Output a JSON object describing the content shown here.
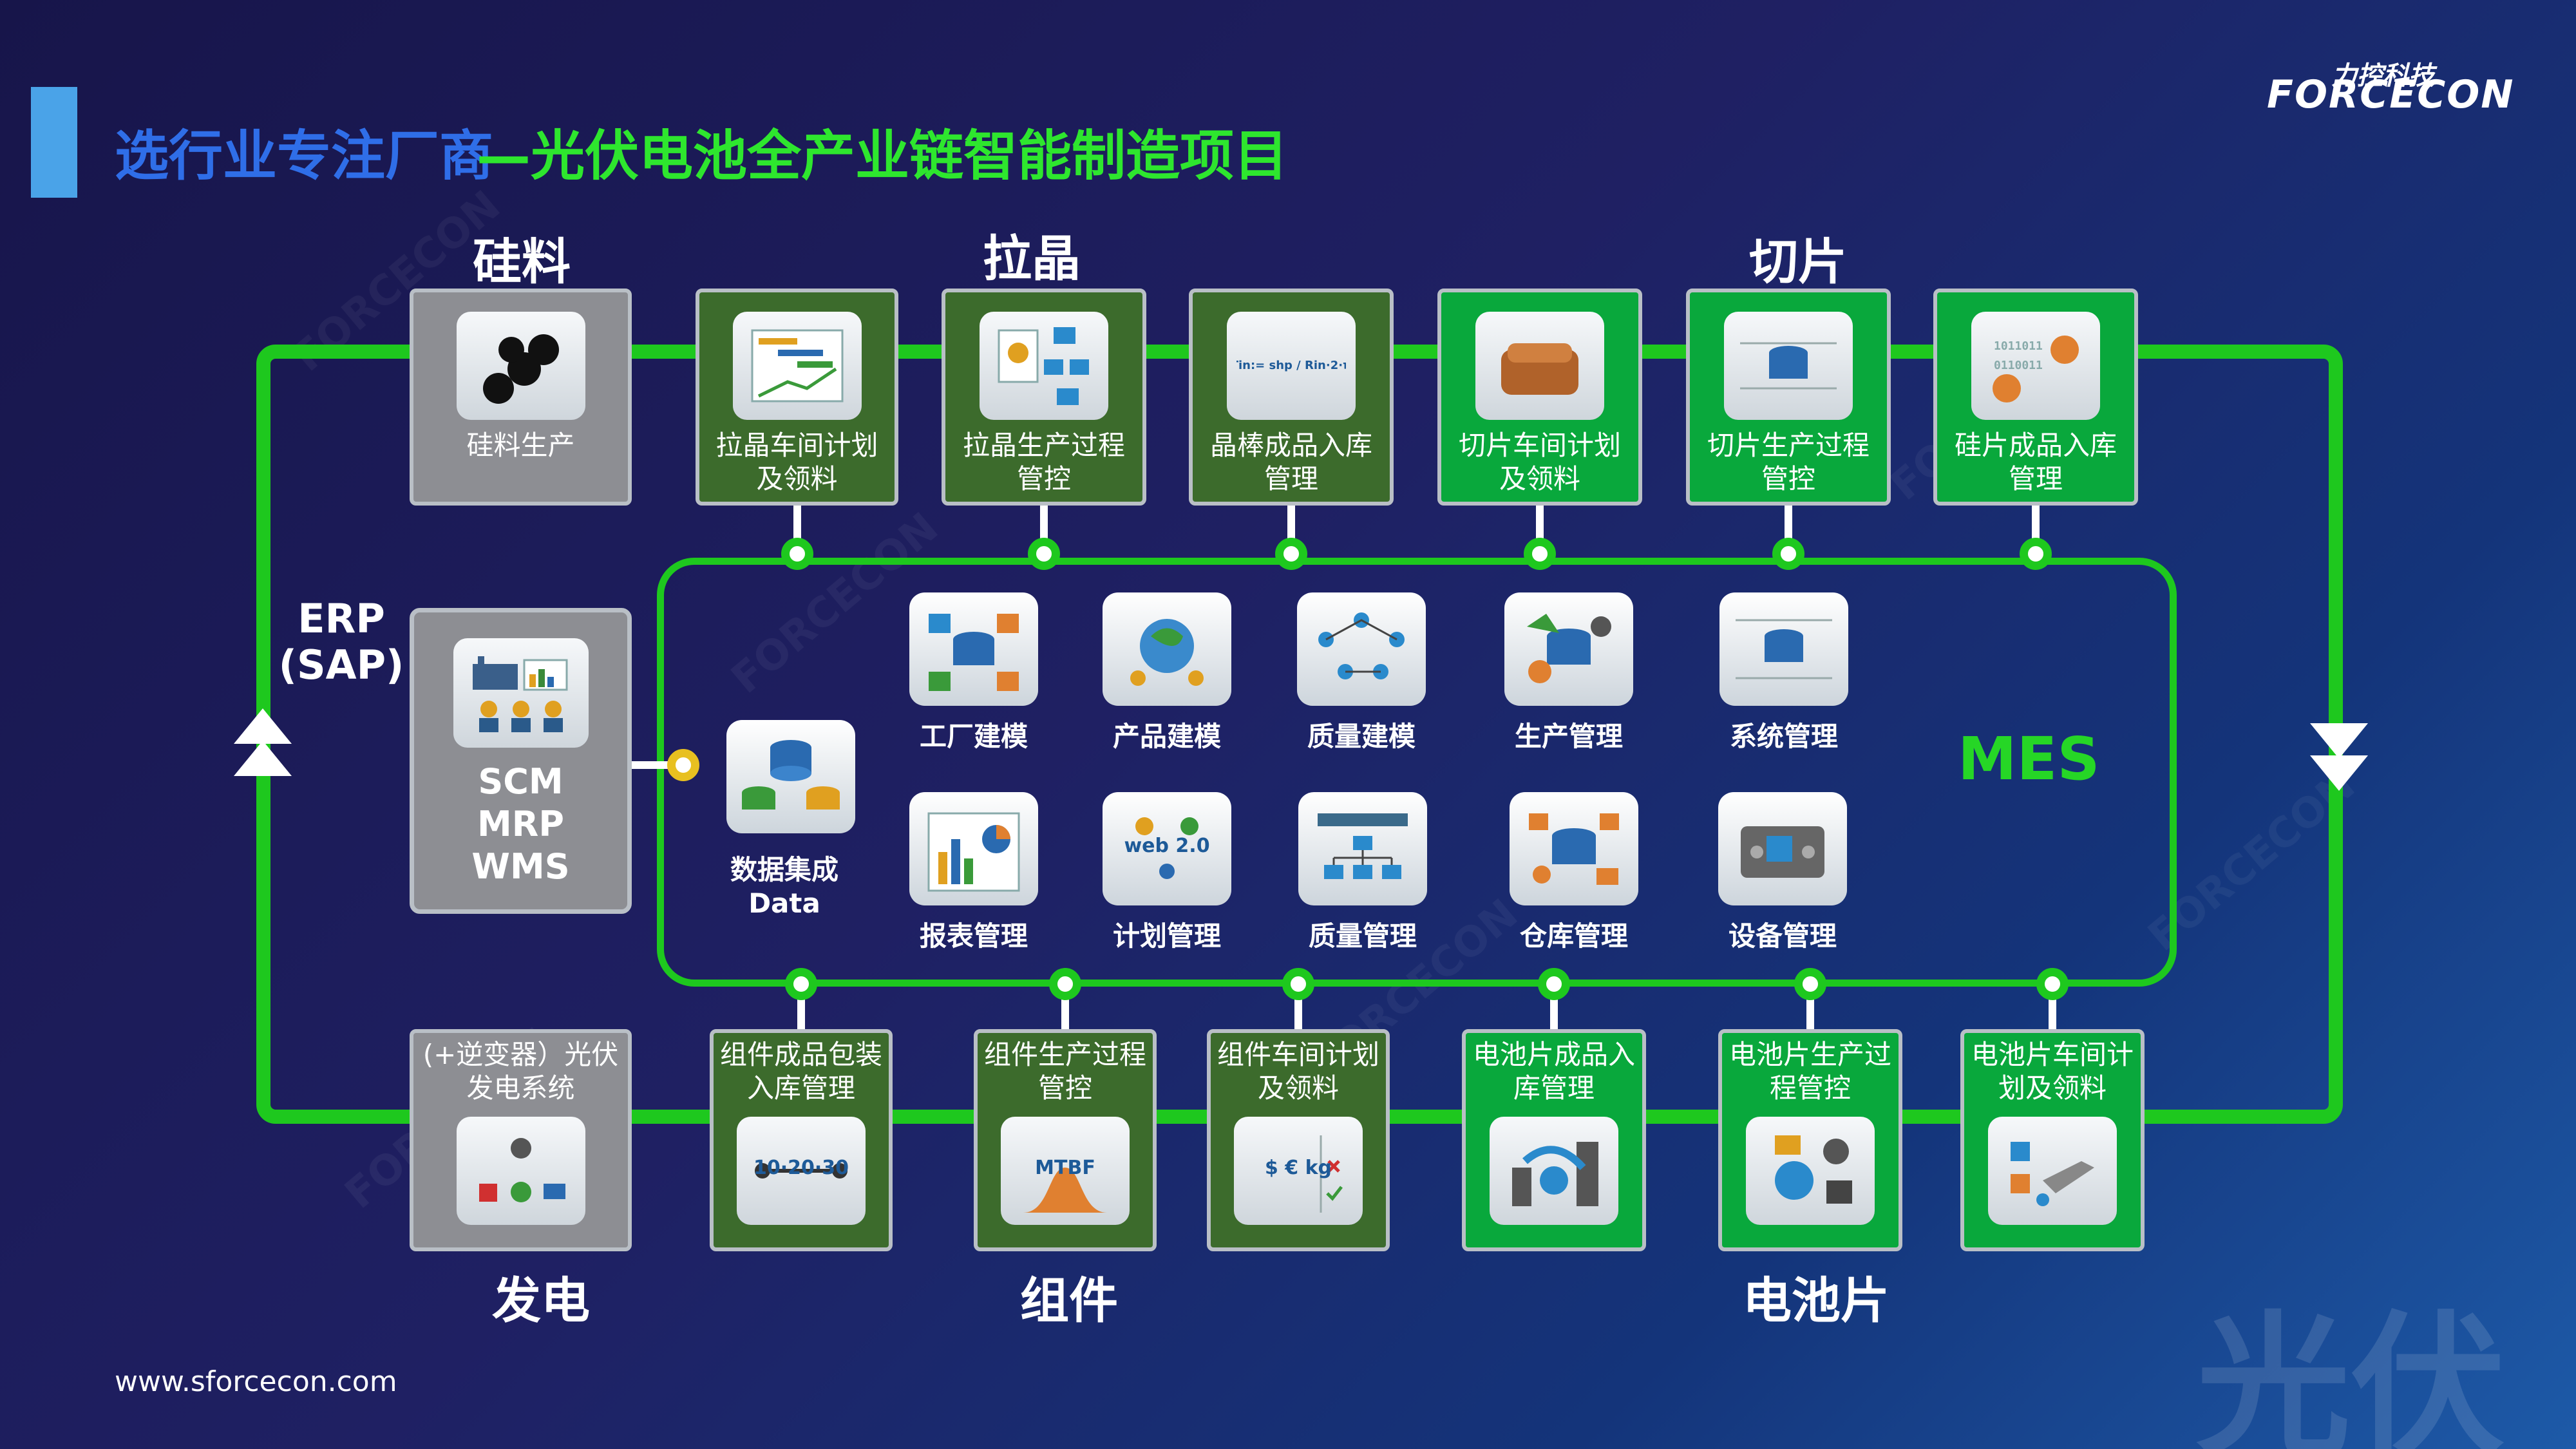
{
  "title": {
    "part1": "选行业专注厂商",
    "part2": "—光伏电池全产业链智能制造项目"
  },
  "logo": {
    "cn": "力控科技",
    "en": "FORCECON"
  },
  "website": "www.sforcecon.com",
  "watermark": "光伏",
  "stages": {
    "silicon": "硅料",
    "crystal": "拉晶",
    "slicing": "切片",
    "power": "发电",
    "module": "组件",
    "cell": "电池片"
  },
  "erp": {
    "line1": "ERP",
    "line2": "(SAP)"
  },
  "scm": {
    "line1": "SCM",
    "line2": "MRP",
    "line3": "WMS"
  },
  "data_integration": {
    "label": "数据集成",
    "sub": "Data"
  },
  "mes": "MES",
  "top_cards": [
    {
      "label": "硅料生产",
      "icon": "pipes-icon"
    },
    {
      "label": "拉晶车间计划及领料",
      "icon": "gantt-chart-icon"
    },
    {
      "label": "拉晶生产过程管控",
      "icon": "flowchart-icon"
    },
    {
      "label": "晶棒成品入库管理",
      "icon": "formula-icon",
      "icon_text": "Tin:= shp / Rin·2·π"
    },
    {
      "label": "切片车间计划及领料",
      "icon": "ingot-icon"
    },
    {
      "label": "切片生产过程管控",
      "icon": "circuit-db-icon"
    },
    {
      "label": "硅片成品入库管理",
      "icon": "binary-disc-icon"
    }
  ],
  "mes_modules": [
    {
      "label": "工厂建模",
      "icon": "factory-model-icon"
    },
    {
      "label": "产品建模",
      "icon": "globe-team-icon"
    },
    {
      "label": "质量建模",
      "icon": "process-flow-icon"
    },
    {
      "label": "生产管理",
      "icon": "production-db-icon"
    },
    {
      "label": "系统管理",
      "icon": "system-db-icon"
    },
    {
      "label": "报表管理",
      "icon": "report-chart-icon"
    },
    {
      "label": "计划管理",
      "icon": "web2-team-icon",
      "icon_text": "web 2.0"
    },
    {
      "label": "质量管理",
      "icon": "hierarchy-icon"
    },
    {
      "label": "仓库管理",
      "icon": "warehouse-db-icon"
    },
    {
      "label": "设备管理",
      "icon": "equipment-icon"
    }
  ],
  "bottom_cards": [
    {
      "label": "(+逆变器）光伏发电系统",
      "icon": "pv-system-icon"
    },
    {
      "label": "组件成品包装入库管理",
      "icon": "timeline-icon",
      "icon_text": "10·20·30"
    },
    {
      "label": "组件生产过程管控",
      "icon": "mtbf-icon",
      "icon_text": "MTBF"
    },
    {
      "label": "组件车间计划及领料",
      "icon": "checklist-icon",
      "icon_text": "$ € kg"
    },
    {
      "label": "电池片成品入库管理",
      "icon": "city-arrow-icon"
    },
    {
      "label": "电池片生产过程管控",
      "icon": "gear-globe-icon"
    },
    {
      "label": "电池片车间计划及领料",
      "icon": "robot-line-icon"
    }
  ]
}
